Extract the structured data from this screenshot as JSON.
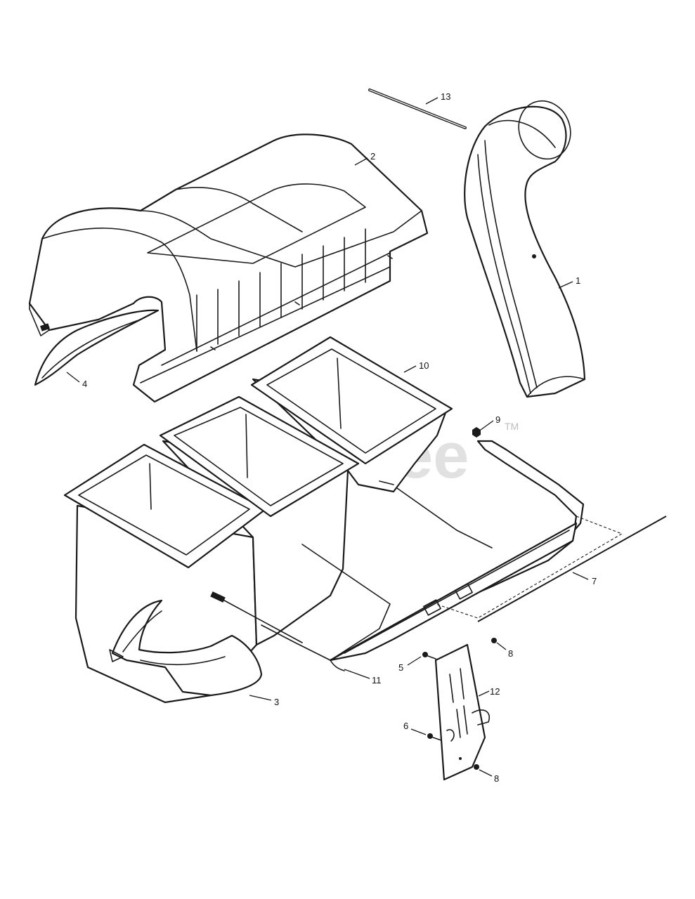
{
  "watermark": {
    "text": "PartsTree",
    "trademark": "TM"
  },
  "callouts": {
    "c1": "1",
    "c2": "2",
    "c3": "3",
    "c4": "4",
    "c5": "5",
    "c6": "6",
    "c7": "7",
    "c8a": "8",
    "c8b": "8",
    "c9": "9",
    "c10": "10",
    "c11": "11",
    "c12": "12",
    "c13": "13"
  }
}
